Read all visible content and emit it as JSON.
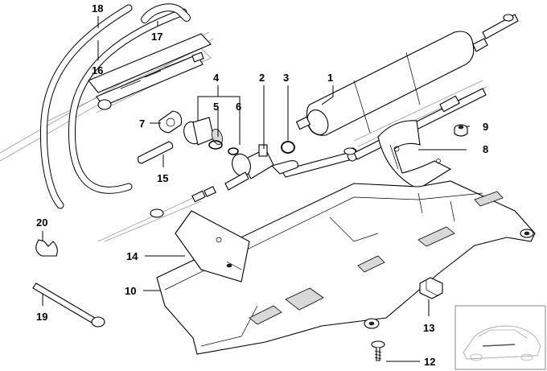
{
  "diagram": {
    "callouts": [
      {
        "id": "1",
        "label": "1"
      },
      {
        "id": "2",
        "label": "2"
      },
      {
        "id": "3",
        "label": "3"
      },
      {
        "id": "4",
        "label": "4"
      },
      {
        "id": "5",
        "label": "5"
      },
      {
        "id": "6",
        "label": "6"
      },
      {
        "id": "7",
        "label": "7"
      },
      {
        "id": "8",
        "label": "8"
      },
      {
        "id": "9",
        "label": "9"
      },
      {
        "id": "10",
        "label": "10"
      },
      {
        "id": "12",
        "label": "12"
      },
      {
        "id": "13",
        "label": "13"
      },
      {
        "id": "14",
        "label": "14"
      },
      {
        "id": "15",
        "label": "15"
      },
      {
        "id": "16",
        "label": "16"
      },
      {
        "id": "17",
        "label": "17"
      },
      {
        "id": "18",
        "label": "18"
      },
      {
        "id": "19",
        "label": "19"
      },
      {
        "id": "20",
        "label": "20"
      }
    ]
  }
}
